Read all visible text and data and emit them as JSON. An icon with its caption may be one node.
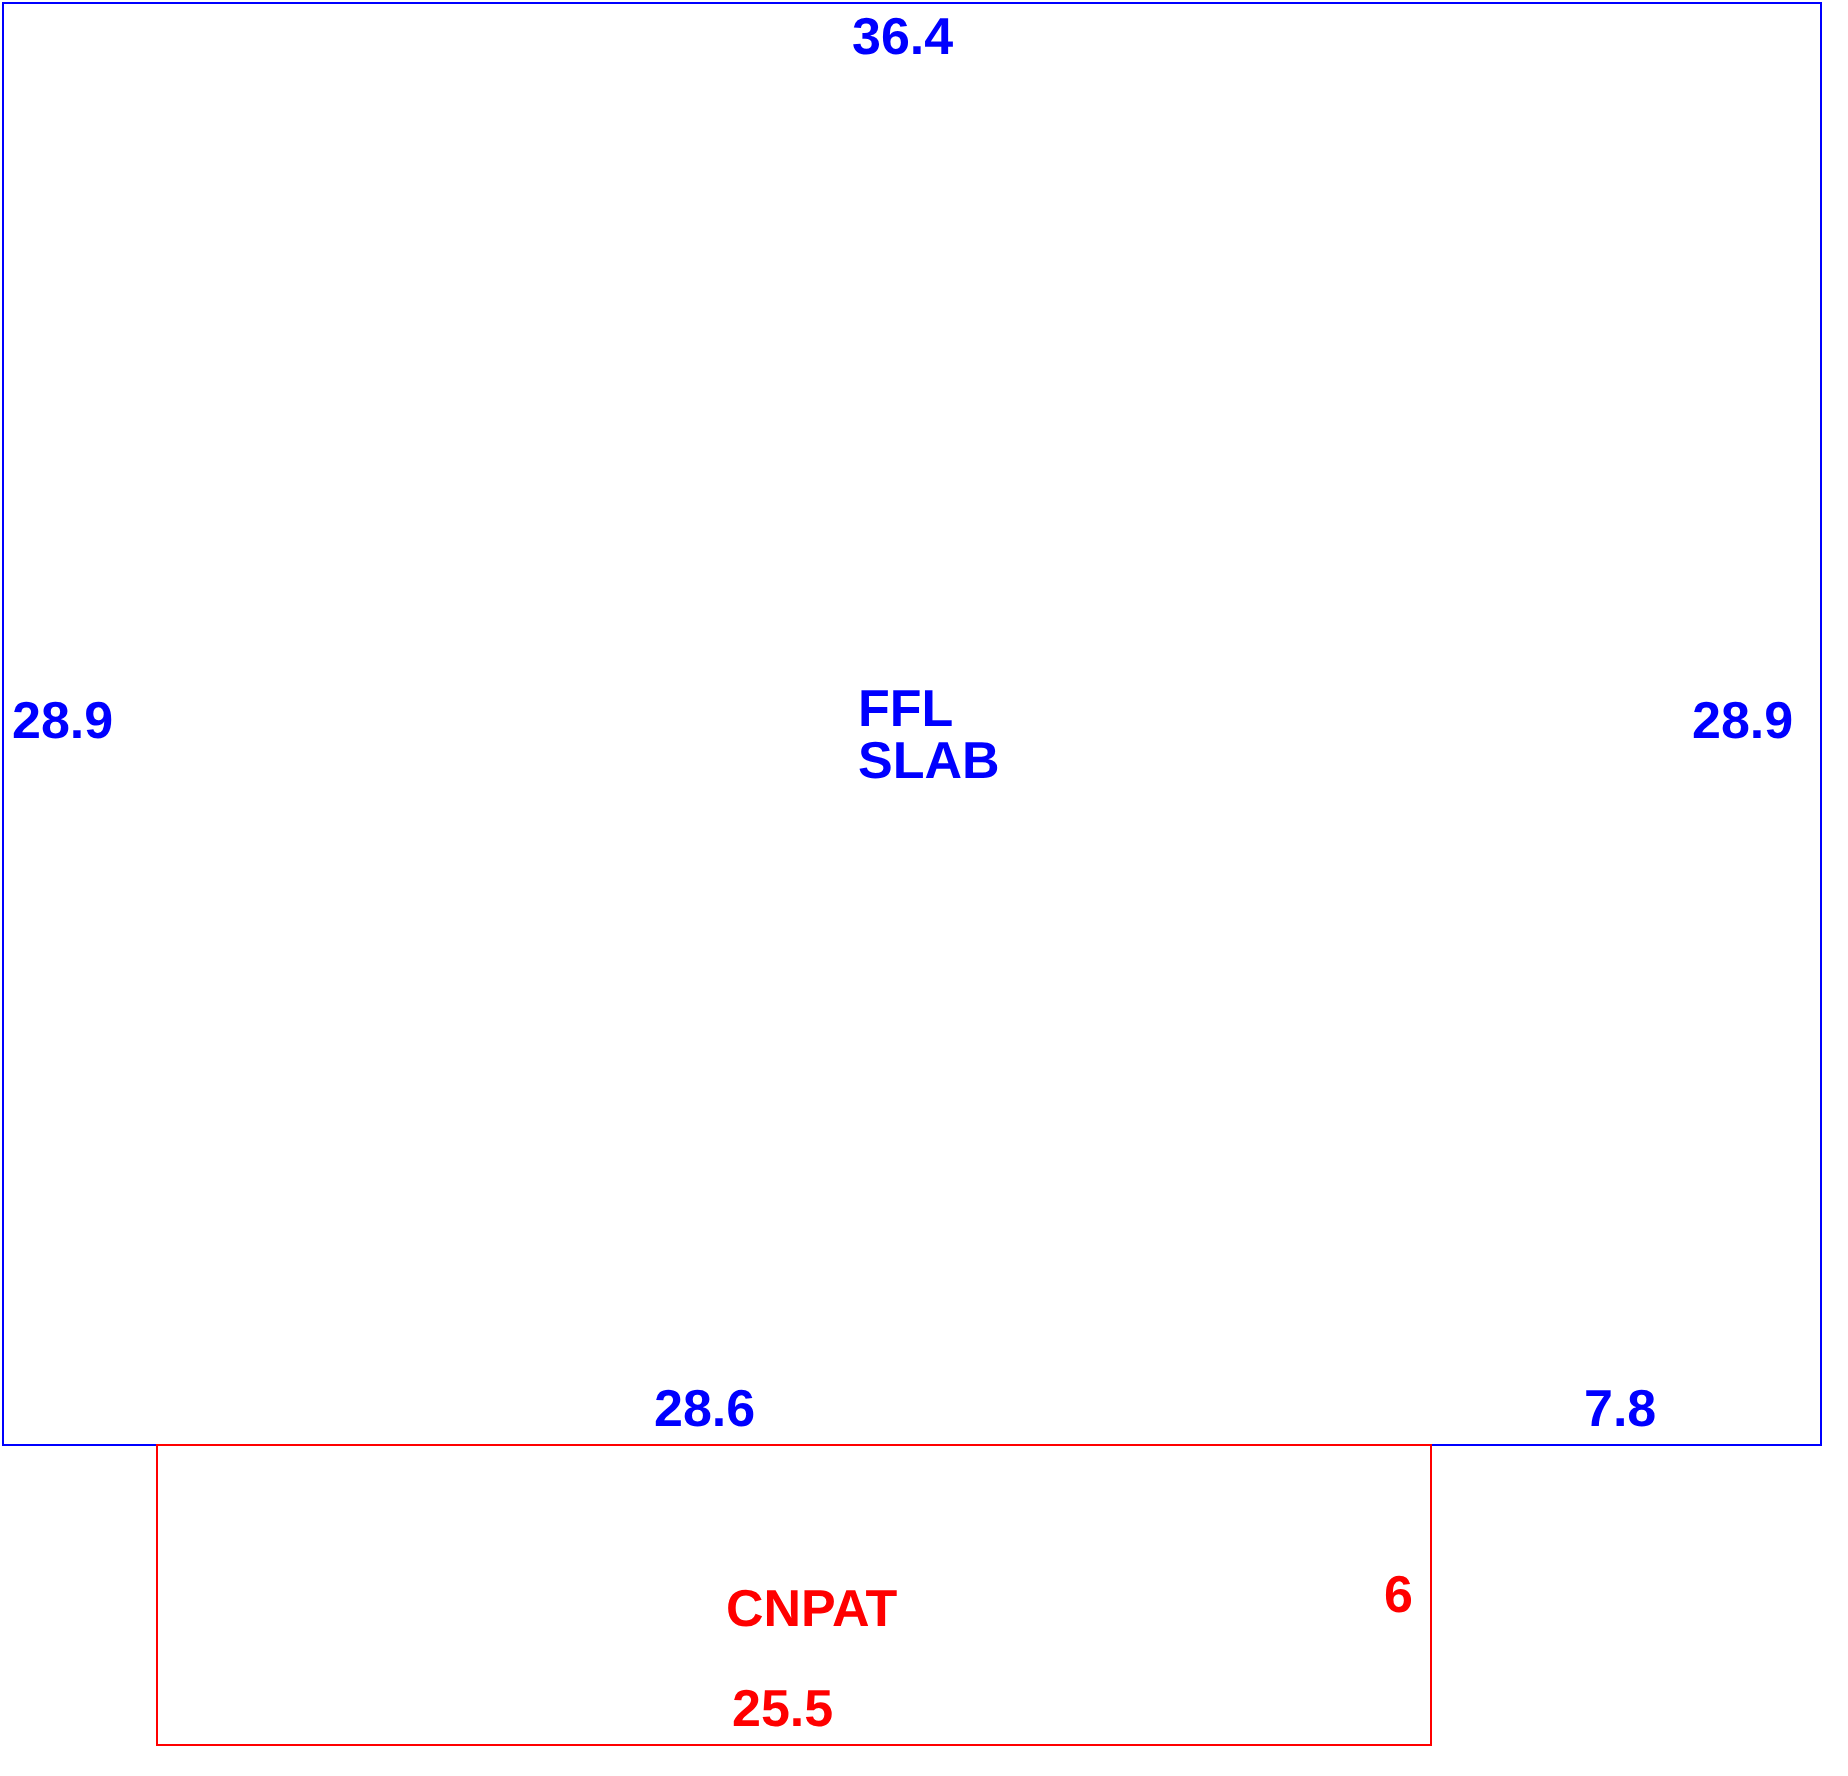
{
  "diagram": {
    "nodes": [
      {
        "text": [
          "FFL SLAB"
        ]
      },
      {
        "text": [
          "CNPAT"
        ]
      }
    ],
    "labels": [
      "36.4",
      "28.9",
      "28.9",
      "28.6",
      "7.8",
      "6",
      "25.5"
    ]
  }
}
